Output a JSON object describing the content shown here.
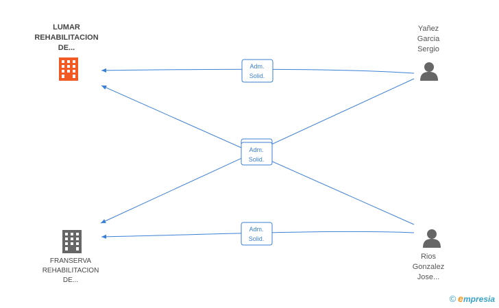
{
  "nodes": {
    "company_main": {
      "lines": [
        "LUMAR",
        "REHABILITACION",
        "DE..."
      ],
      "color": "#f15a24"
    },
    "company_2": {
      "lines": [
        "FRANSERVA",
        "REHABILITACION",
        "DE..."
      ],
      "color": "#666666"
    },
    "person_1": {
      "lines": [
        "Yañez",
        "Garcia",
        "Sergio"
      ],
      "color": "#666666"
    },
    "person_2": {
      "lines": [
        "Rios",
        "Gonzalez",
        "Jose..."
      ],
      "color": "#666666"
    }
  },
  "edges": [
    {
      "from": "person_1",
      "to": "company_main",
      "label": [
        "Adm.",
        "Solid."
      ]
    },
    {
      "from": "person_2",
      "to": "company_main",
      "label": [
        "Adm.",
        "Solid."
      ]
    },
    {
      "from": "person_1",
      "to": "company_2",
      "label": [
        "Adm.",
        "Solid."
      ]
    },
    {
      "from": "person_2",
      "to": "company_2",
      "label": [
        "Adm.",
        "Solid."
      ]
    }
  ],
  "edge_color": "#3a7fd6",
  "brand": {
    "copyright": "©",
    "initial": "e",
    "rest": "mpresia"
  }
}
